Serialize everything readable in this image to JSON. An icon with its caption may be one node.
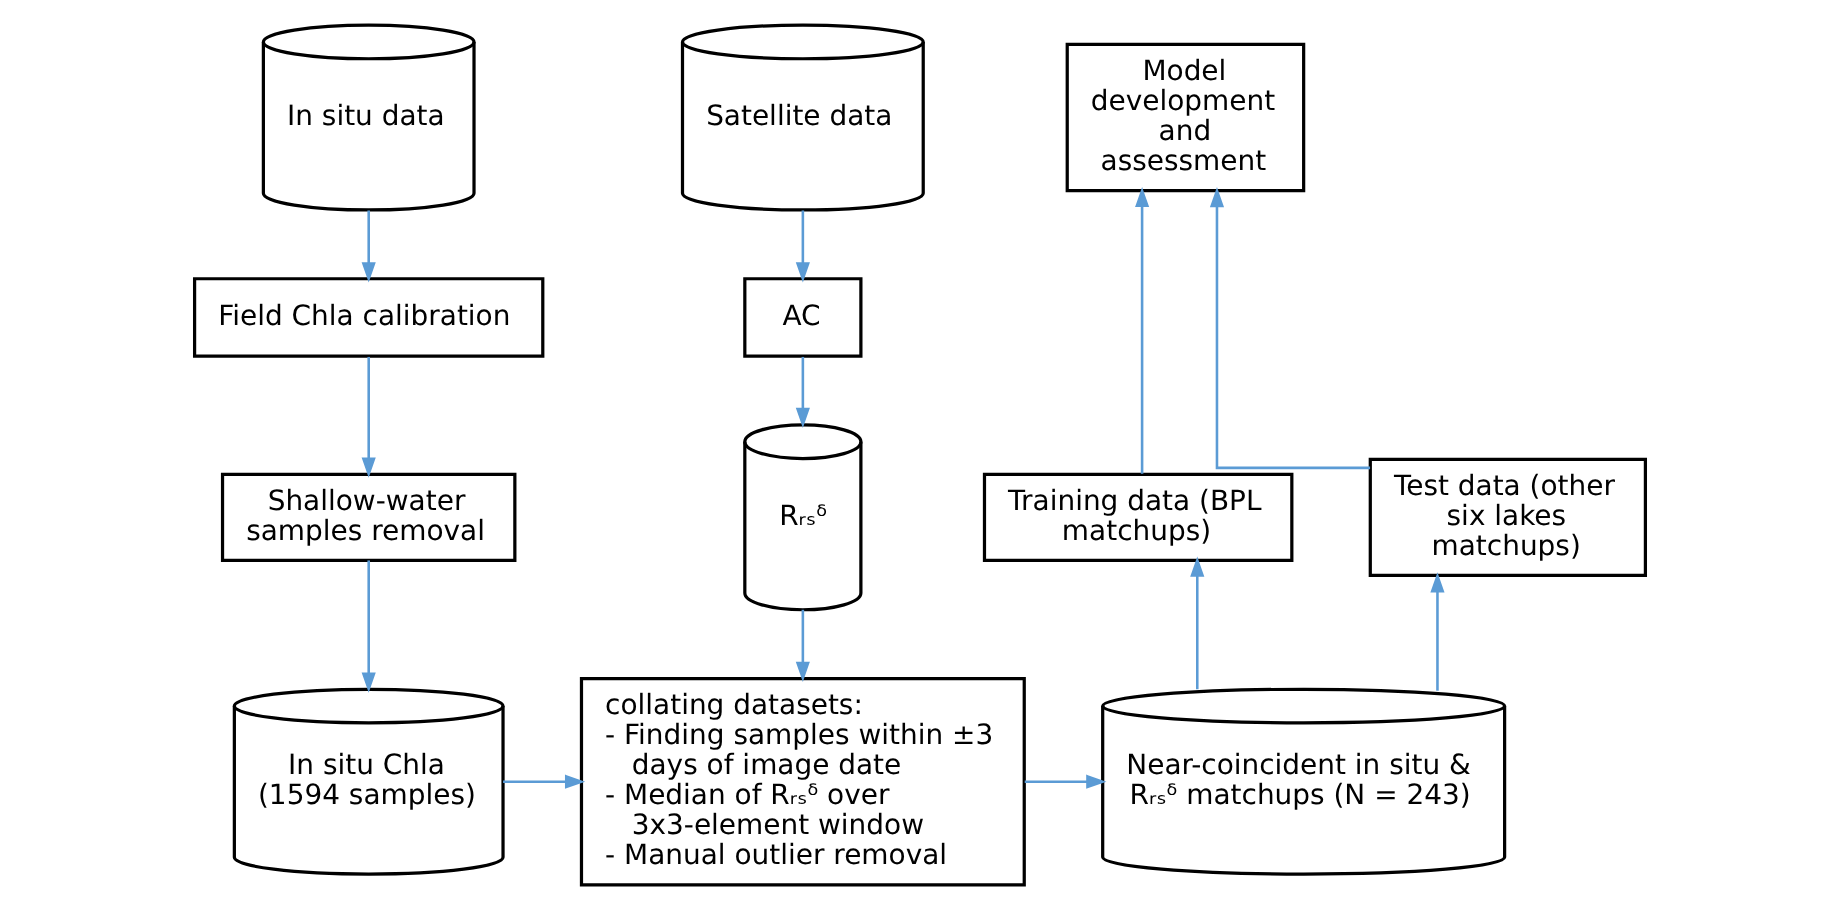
{
  "diagram": {
    "nodes": [
      {
        "text": [
          "In situ data"
        ]
      },
      {
        "text": [
          "Field Chla calibration"
        ]
      },
      {
        "text": [
          "Shallow-water samples removal"
        ]
      },
      {
        "text": [
          "In situ Chla (1594 samples)"
        ]
      },
      {
        "text": [
          "Satellite data"
        ]
      },
      {
        "text": [
          "AC"
        ]
      },
      {
        "text": [
          "Rᵣₛᵟ"
        ]
      },
      {
        "text": [
          "collating datasets:",
          "- Finding samples within ±3 days of image date",
          "- Median of Rᵣₛᵟ over 3x3-element window",
          "- Manual outlier removal"
        ]
      },
      {
        "text": [
          "Near-coincident in situ & Rᵣₛᵟ matchups (N = 243)"
        ]
      },
      {
        "text": [
          "Training data (BPL matchups)"
        ]
      },
      {
        "text": [
          "Test data (other six lakes matchups)"
        ]
      },
      {
        "text": [
          "Model development and assessment"
        ]
      }
    ],
    "edges": [
      {
        "from": 0,
        "to": 1,
        "arrow": "to"
      },
      {
        "from": 1,
        "to": 2,
        "arrow": "to"
      },
      {
        "from": 2,
        "to": 3,
        "arrow": "to"
      },
      {
        "from": 4,
        "to": 5,
        "arrow": "to"
      },
      {
        "from": 5,
        "to": 6,
        "arrow": "to"
      },
      {
        "from": 6,
        "to": 7,
        "arrow": "to"
      },
      {
        "from": 3,
        "to": 7,
        "arrow": "to"
      },
      {
        "from": 7,
        "to": 8,
        "arrow": "to"
      },
      {
        "from": 8,
        "to": 9,
        "arrow": "to"
      },
      {
        "from": 8,
        "to": 10,
        "arrow": "to"
      },
      {
        "from": 9,
        "to": 11,
        "arrow": "to"
      },
      {
        "from": 10,
        "to": 11,
        "arrow": "to"
      }
    ]
  }
}
